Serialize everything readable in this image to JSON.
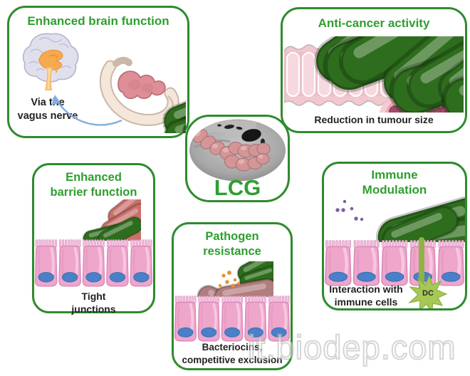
{
  "center": {
    "label": "LCG"
  },
  "watermark": "it.biodep.com",
  "panels": {
    "brain": {
      "title": "Enhanced brain function",
      "caption": [
        "Via the",
        "vagus nerve"
      ]
    },
    "cancer": {
      "title": "Anti-cancer activity",
      "caption": "Reduction in tumour size"
    },
    "barrier": {
      "title": [
        "Enhanced",
        "barrier function"
      ],
      "caption": [
        "Tight",
        "junctions"
      ]
    },
    "pathogen": {
      "title": [
        "Pathogen",
        "resistance"
      ],
      "caption": [
        "Bacteriocins,",
        "competitive exclusion"
      ]
    },
    "immune": {
      "title": [
        "Immune",
        "Modulation"
      ],
      "caption": [
        "Interaction with",
        "immune cells"
      ],
      "dc_label": "DC"
    }
  },
  "colors": {
    "panel_border_green": "#2e8b2e",
    "title_green": "#2f9e2f",
    "probiotic_rod_green": "#2e6d1e",
    "commensal_rod_pink": "#c9706a",
    "pathogen_rod_mauve": "#b27d7d",
    "bacteriocin_orange": "#e8923a",
    "epithelial_cell_pink": "#eea6cb",
    "nucleus_blue": "#4a80c8",
    "tumor_berry": "#a04c66",
    "dendritic_cell_green": "#a6c854",
    "antibody_gray": "#a9b2c6",
    "immune_dots_purple": "#7a5fa0",
    "vagus_arrow_blue": "#84aede"
  }
}
